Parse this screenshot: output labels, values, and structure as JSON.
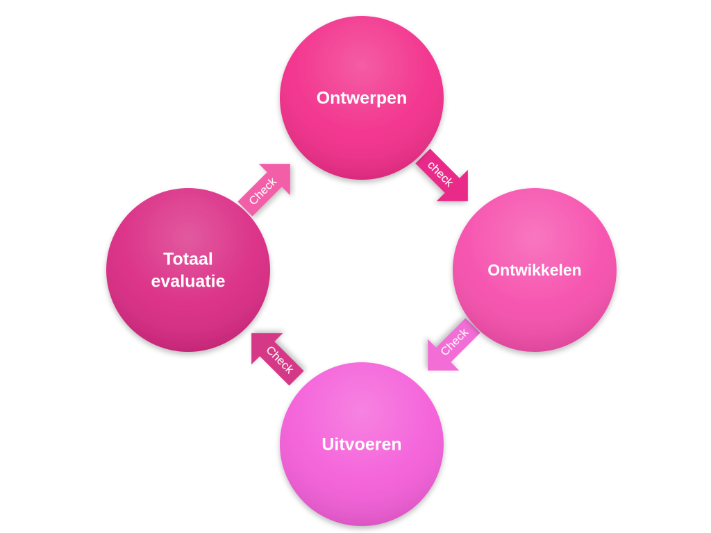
{
  "diagram": {
    "nodes": {
      "ontwerpen": {
        "label": "Ontwerpen",
        "color": "#f22f8b"
      },
      "ontwikkelen": {
        "label": "Ontwikkelen",
        "color": "#f650ad"
      },
      "uitvoeren": {
        "label": "Uitvoeren",
        "color": "#f45fd9"
      },
      "totaal": {
        "line1": "Totaal",
        "line2": "evaluatie",
        "color": "#da2b84"
      }
    },
    "arrows": {
      "ontwerpen_to_ontwikkelen": {
        "label": "check",
        "color": "#ea2c89"
      },
      "ontwikkelen_to_uitvoeren": {
        "label": "Check",
        "color": "#f26dd5"
      },
      "uitvoeren_to_totaal": {
        "label": "Check",
        "color": "#d53787"
      },
      "totaal_to_ontwerpen": {
        "label": "Check",
        "color": "#f25ea8"
      }
    }
  }
}
